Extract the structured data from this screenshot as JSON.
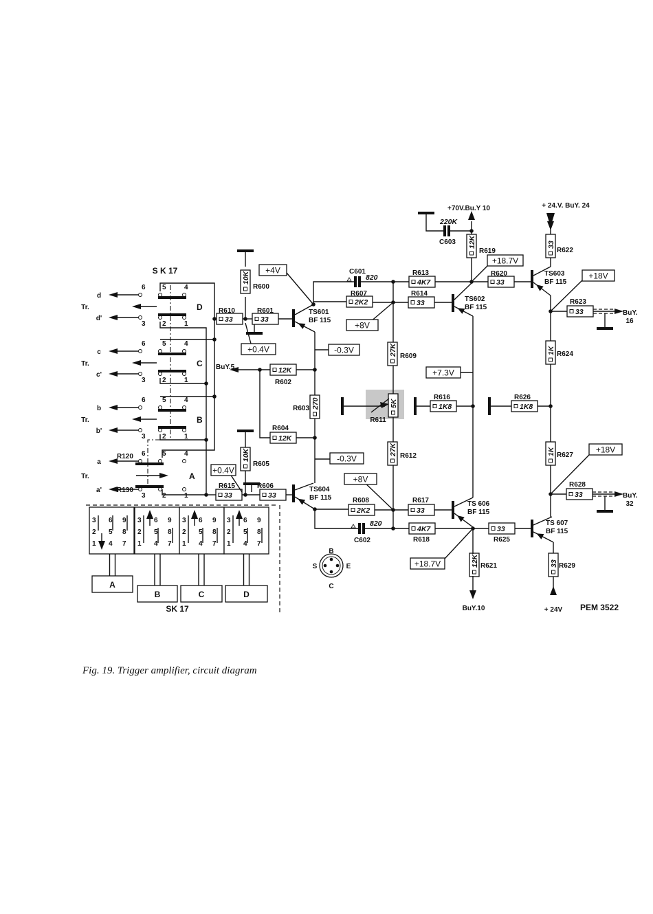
{
  "caption": "Fig. 19. Trigger amplifier, circuit diagram",
  "drawing_number": "PEM 3522",
  "switch": {
    "label": "S K 17",
    "sections": [
      {
        "letter": "D",
        "out": "d",
        "out_prime": "d'",
        "tr": "Tr."
      },
      {
        "letter": "C",
        "out": "c",
        "out_prime": "c'",
        "tr": "Tr."
      },
      {
        "letter": "B",
        "out": "b",
        "out_prime": "b'",
        "tr": "Tr."
      },
      {
        "letter": "A",
        "out": "a",
        "out_prime": "a'",
        "tr": "Tr."
      }
    ],
    "pins": {
      "p6": "6",
      "p5": "5",
      "p4": "4",
      "p3": "3",
      "p2": "2",
      "p1": "1"
    },
    "series_resistors": [
      "R120",
      "R130"
    ]
  },
  "switch_panel": {
    "label": "SK 17",
    "modules": [
      "A",
      "B",
      "C",
      "D"
    ],
    "pins": [
      [
        "3",
        "6",
        "9"
      ],
      [
        "2",
        "5",
        "8"
      ],
      [
        "1",
        "4",
        "7"
      ]
    ]
  },
  "resistors": [
    {
      "ref": "R600",
      "value": "10K"
    },
    {
      "ref": "R610",
      "value": "33"
    },
    {
      "ref": "R601",
      "value": "33"
    },
    {
      "ref": "R602",
      "value": "12K"
    },
    {
      "ref": "R604",
      "value": "12K"
    },
    {
      "ref": "R603",
      "value": "270"
    },
    {
      "ref": "R605",
      "value": "10K"
    },
    {
      "ref": "R615",
      "value": "33"
    },
    {
      "ref": "R606",
      "value": "33"
    },
    {
      "ref": "R607",
      "value": "2K2"
    },
    {
      "ref": "R613",
      "value": "4K7"
    },
    {
      "ref": "R614",
      "value": "33"
    },
    {
      "ref": "R619",
      "value": "12K"
    },
    {
      "ref": "R620",
      "value": "33"
    },
    {
      "ref": "R622",
      "value": "33"
    },
    {
      "ref": "R623",
      "value": "33"
    },
    {
      "ref": "R624",
      "value": "1K"
    },
    {
      "ref": "R609",
      "value": "27K"
    },
    {
      "ref": "R611",
      "value": "5K"
    },
    {
      "ref": "R612",
      "value": "27K"
    },
    {
      "ref": "R616",
      "value": "1K8"
    },
    {
      "ref": "R626",
      "value": "1K8"
    },
    {
      "ref": "R627",
      "value": "1K"
    },
    {
      "ref": "R628",
      "value": "33"
    },
    {
      "ref": "R608",
      "value": "2K2"
    },
    {
      "ref": "R617",
      "value": "33"
    },
    {
      "ref": "R618",
      "value": "4K7"
    },
    {
      "ref": "R625",
      "value": "33"
    },
    {
      "ref": "R621",
      "value": "12K"
    },
    {
      "ref": "R629",
      "value": "33"
    }
  ],
  "capacitors": [
    {
      "ref": "C601",
      "value": "820"
    },
    {
      "ref": "C602",
      "value": "820"
    },
    {
      "ref": "C603",
      "value": "220K"
    }
  ],
  "transistors": [
    {
      "ref": "TS601",
      "type": "BF 115"
    },
    {
      "ref": "TS602",
      "type": "BF 115"
    },
    {
      "ref": "TS603",
      "type": "BF 115"
    },
    {
      "ref": "TS604",
      "type": "BF 115"
    },
    {
      "ref": "TS 606",
      "type": "BF 115"
    },
    {
      "ref": "TS 607",
      "type": "BF 115"
    }
  ],
  "test_voltages": [
    "+4V",
    "+0.4V",
    "-0.3V",
    "+8V",
    "+18.7V",
    "+18V",
    "+7.3V",
    "-0.3V",
    "+8V",
    "+0.4V",
    "+18.7V",
    "+18V"
  ],
  "terminals": {
    "supply_70v": "+70V.Bu.Y 10",
    "supply_24v_top": "+ 24.V. BuY. 24",
    "buy5": "BuY.5",
    "buy16": "BuY.",
    "buy16_num": "16",
    "buy32": "BuY.",
    "buy32_num": "32",
    "buy10": "BuY.10",
    "supply_24v_bottom": "+ 24V"
  },
  "pinout": {
    "b": "B",
    "s": "S",
    "e": "E",
    "c": "C"
  }
}
